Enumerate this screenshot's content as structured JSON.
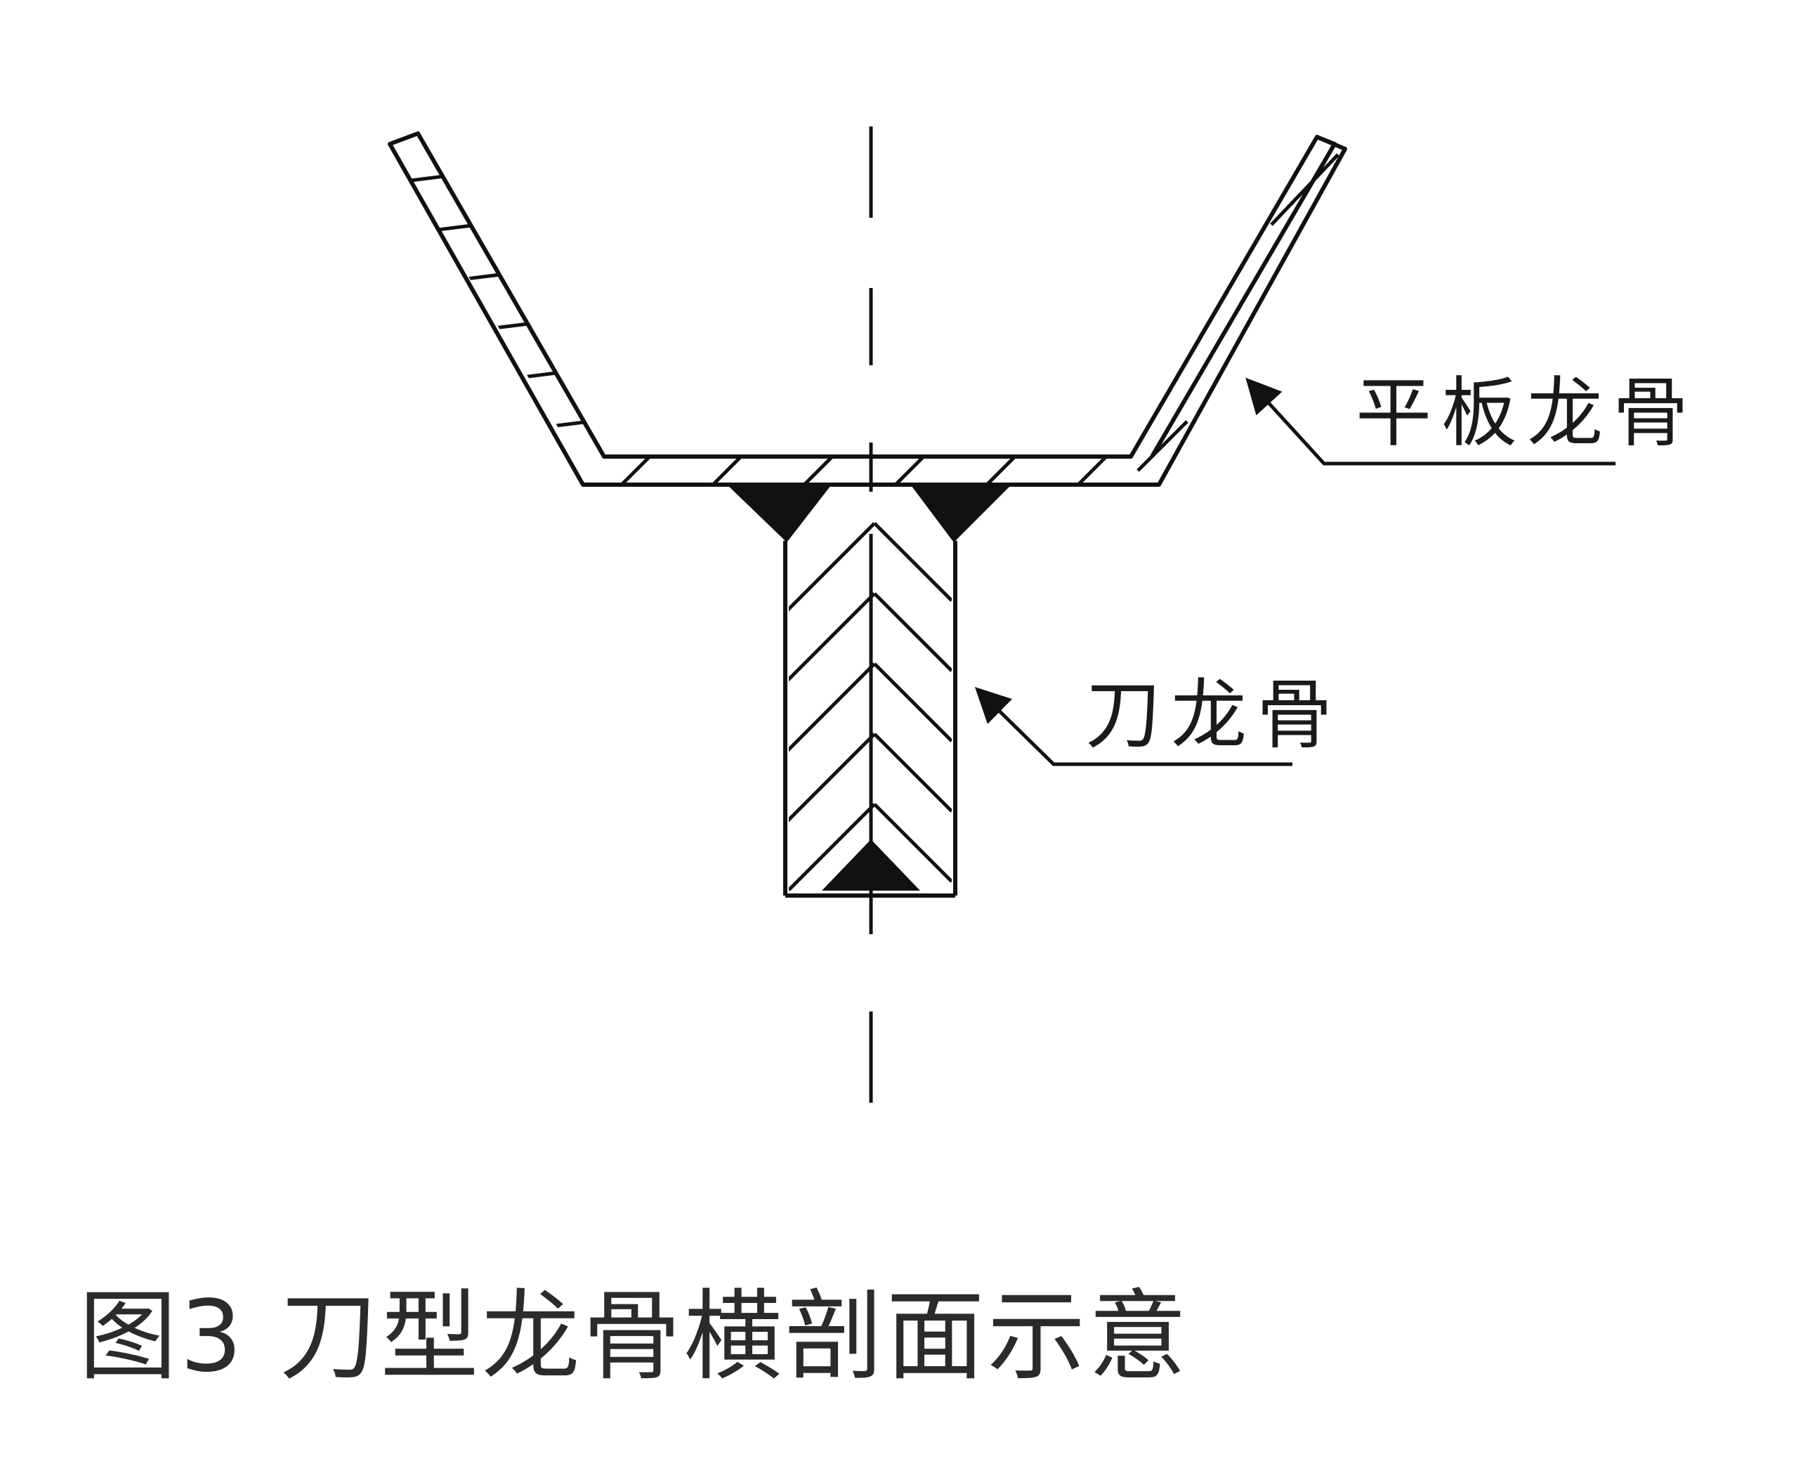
{
  "labels": {
    "flat_keel": "平板龙骨",
    "knife_keel": "刀龙骨"
  },
  "caption": "图3 刀型龙骨横剖面示意",
  "colors": {
    "line": "#111111",
    "fill": "#111111",
    "caption": "#2b2b2b"
  }
}
